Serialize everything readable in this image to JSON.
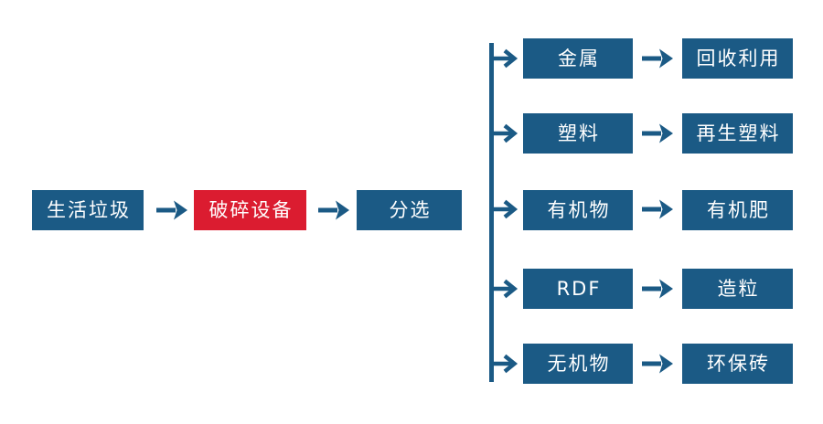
{
  "colors": {
    "blue": "#1B5A85",
    "red": "#DB1C30",
    "bg": "#FFFFFF",
    "text": "#FFFFFF"
  },
  "main_flow": {
    "input": "生活垃圾",
    "crusher": "破碎设备",
    "sorting": "分选"
  },
  "branches": [
    {
      "material": "金属",
      "output": "回收利用"
    },
    {
      "material": "塑料",
      "output": "再生塑料"
    },
    {
      "material": "有机物",
      "output": "有机肥"
    },
    {
      "material": "RDF",
      "output": "造粒"
    },
    {
      "material": "无机物",
      "output": "环保砖"
    }
  ],
  "icons": {
    "arrow_right": "→"
  }
}
